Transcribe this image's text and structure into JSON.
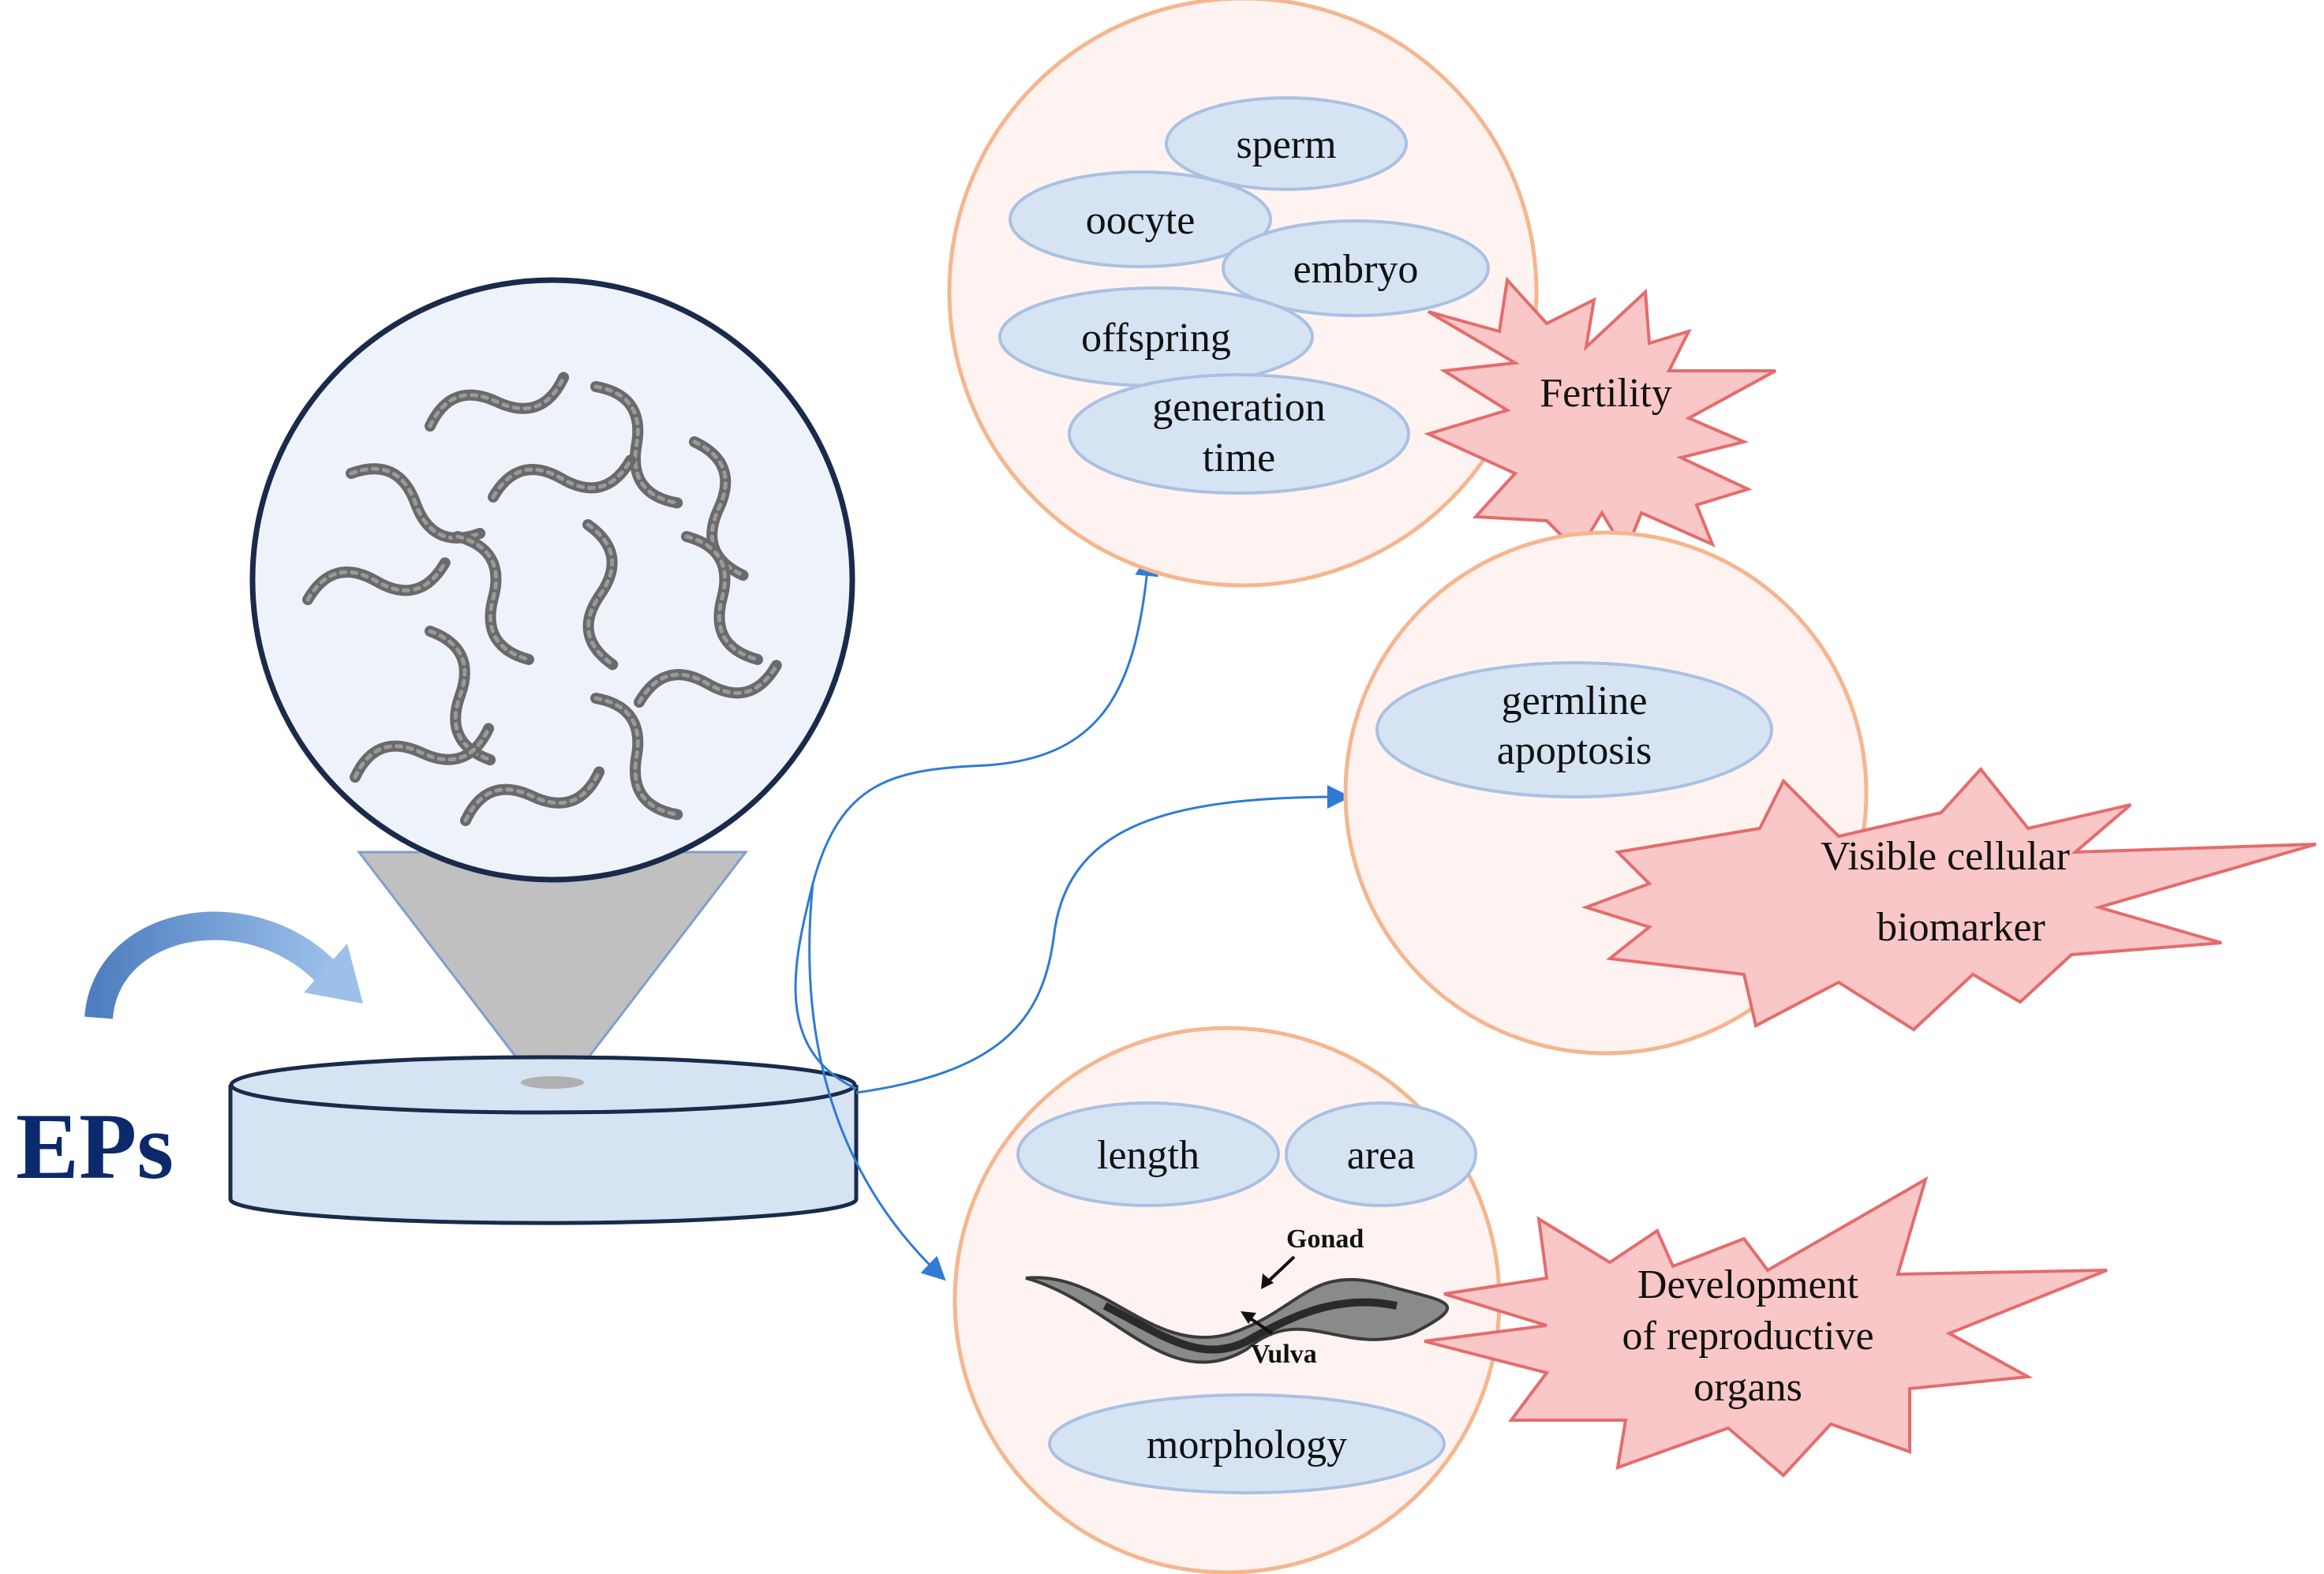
{
  "colors": {
    "pill_fill": "#d6e3f3",
    "pill_stroke": "#a9c1e2",
    "circle_fill": "#fff3f1",
    "circle_stroke": "#f5b68f",
    "star_fill": "#f9c7c7",
    "star_stroke": "#e46c6c",
    "arrow": "#2f7bd4",
    "eps_text": "#0c2a6b",
    "dish_fill": "#d6e3f3",
    "dish_stroke": "#1a2a4a",
    "magnifier_cone": "#c0c0c0",
    "worm": "#6a6a6a"
  },
  "source": {
    "label": "EPs"
  },
  "fertility": {
    "pills": {
      "sperm": "sperm",
      "oocyte": "oocyte",
      "embryo": "embryo",
      "offspring": "offspring",
      "generation_line1": "generation",
      "generation_line2": "time"
    },
    "star_label": "Fertility"
  },
  "cellular": {
    "pill_line1": "germline",
    "pill_line2": "apoptosis",
    "star_line1": "Visible cellular",
    "star_line2": "biomarker"
  },
  "development": {
    "pills": {
      "length": "length",
      "area": "area",
      "morphology": "morphology"
    },
    "worm_labels": {
      "gonad": "Gonad",
      "vulva": "Vulva"
    },
    "star_line1": "Development",
    "star_line2": "of reproductive",
    "star_line3": "organs"
  }
}
